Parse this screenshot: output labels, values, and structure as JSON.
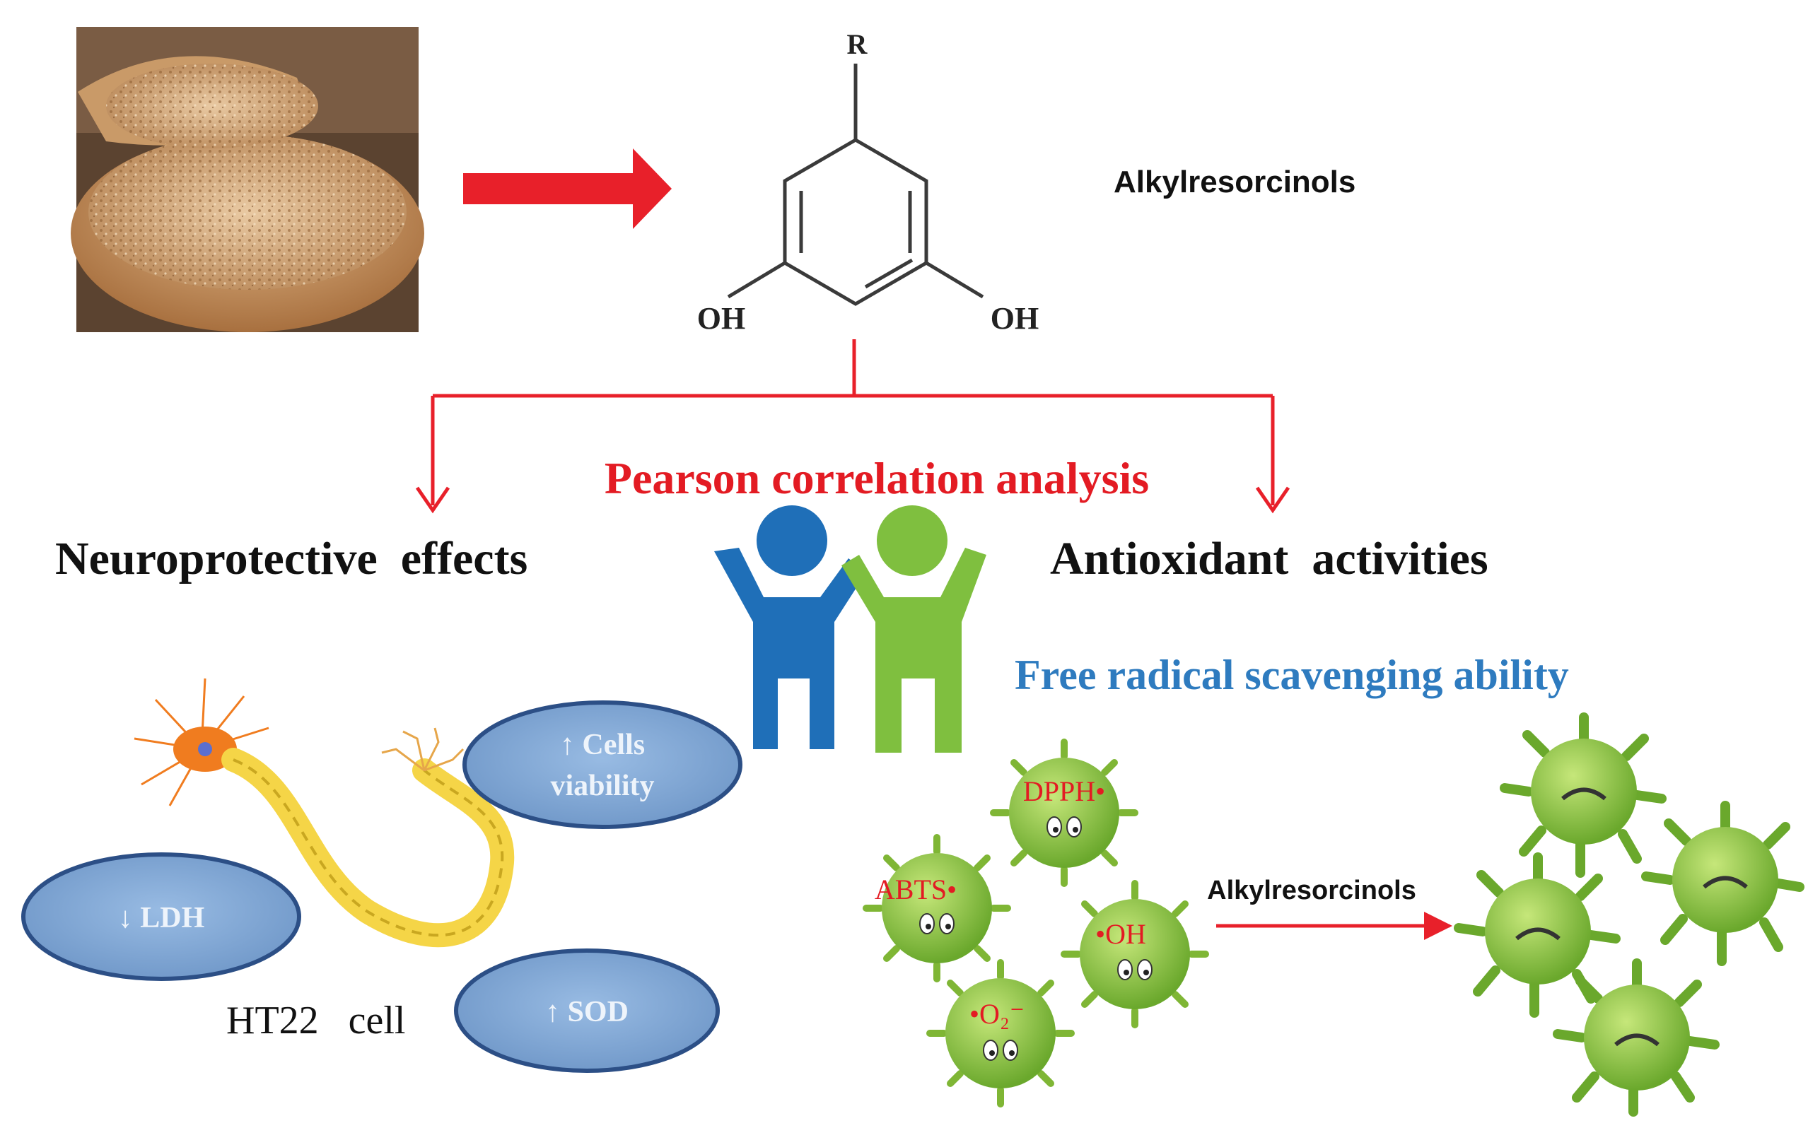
{
  "colors": {
    "arrow_red": "#e8202a",
    "title_red": "#e31b23",
    "ability_blue": "#2e7bbf",
    "person_blue": "#1f6fb8",
    "person_green": "#7fbf3f",
    "ellipse_fill": "#7fa7d6",
    "ellipse_stroke": "#2c4f86",
    "ellipse_text": "#eef4fb",
    "virus_green": "#8cc63f",
    "neuron_orange": "#f07c1f",
    "axon_yellow": "#f5d547"
  },
  "source": {
    "image_name": "wheat-bran-photo",
    "icon": "bran-bowl-icon"
  },
  "molecule": {
    "r_label": "R",
    "oh_left": "OH",
    "oh_right": "OH",
    "name": "Alkylresorcinols"
  },
  "analysis": {
    "title": "Pearson correlation analysis",
    "icon": "two-people-icon"
  },
  "branches": {
    "left": "Neuroprotective  effects",
    "right": "Antioxidant  activities"
  },
  "neuro": {
    "cell_label": "HT22   cell",
    "icon": "neuron-icon",
    "markers": {
      "cells_line1": "↑ Cells",
      "cells_line2": "viability",
      "ldh": "↓ LDH",
      "sod": "↑ SOD"
    }
  },
  "antioxidant": {
    "ability": "Free radical scavenging ability",
    "treatment": "Alkylresorcinols",
    "radicals": {
      "dpph": "DPPH•",
      "abts": "ABTS•",
      "oh": "•OH",
      "o2": "•O₂⁻"
    },
    "icon": "free-radical-virus-icon",
    "result_icon": "scavenged-radical-icon"
  }
}
